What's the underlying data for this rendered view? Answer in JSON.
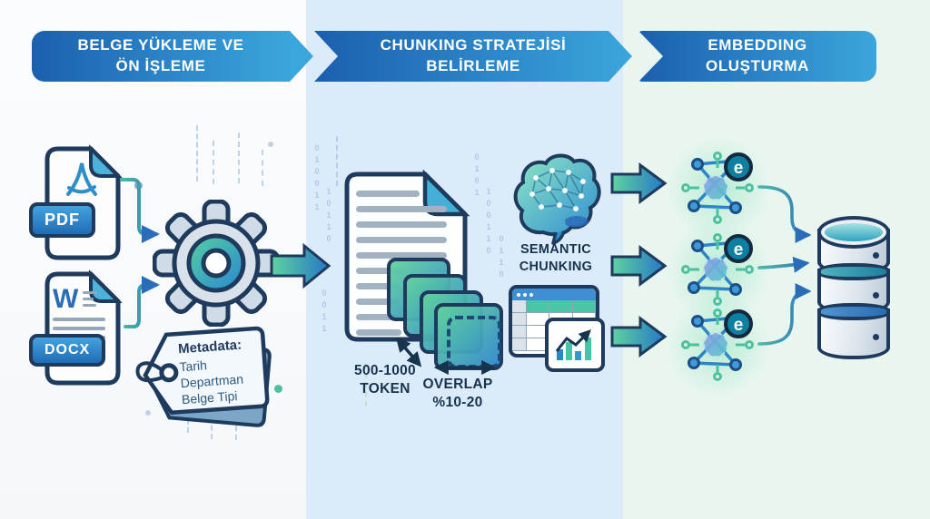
{
  "banners": [
    {
      "label": "BELGE YÜKLEME VE\nÖN İŞLEME"
    },
    {
      "label": "CHUNKING STRATEJİSİ\nBELİRLEME"
    },
    {
      "label": "EMBEDDING\nOLUŞTURMA"
    }
  ],
  "left": {
    "pdf_badge": "PDF",
    "docx_badge": "DOCX",
    "docx_letter": "W",
    "tag": {
      "title": "Metadata:",
      "line1": "Tarih",
      "line2": "Departman",
      "line3": "Belge Tipi"
    }
  },
  "middle": {
    "token_label": "500-1000\nTOKEN",
    "overlap_label": "OVERLAP\n%10-20",
    "semantic_label": "SEMANTIC\nCHUNKING"
  },
  "right": {
    "embedding_badge": "e"
  },
  "decor": {
    "binary": [
      "010011",
      "10110",
      "0101",
      "100110",
      "0110",
      "0011"
    ]
  },
  "colors": {
    "banner_from": "#1b5fae",
    "banner_to": "#3ba6dc",
    "navy": "#1e3a5c",
    "teal": "#4cc1a0",
    "blue": "#2b7fc8",
    "panel_left": "#fbfcfe",
    "panel_mid": "#dcebfa",
    "panel_right": "#e9f6ef"
  }
}
